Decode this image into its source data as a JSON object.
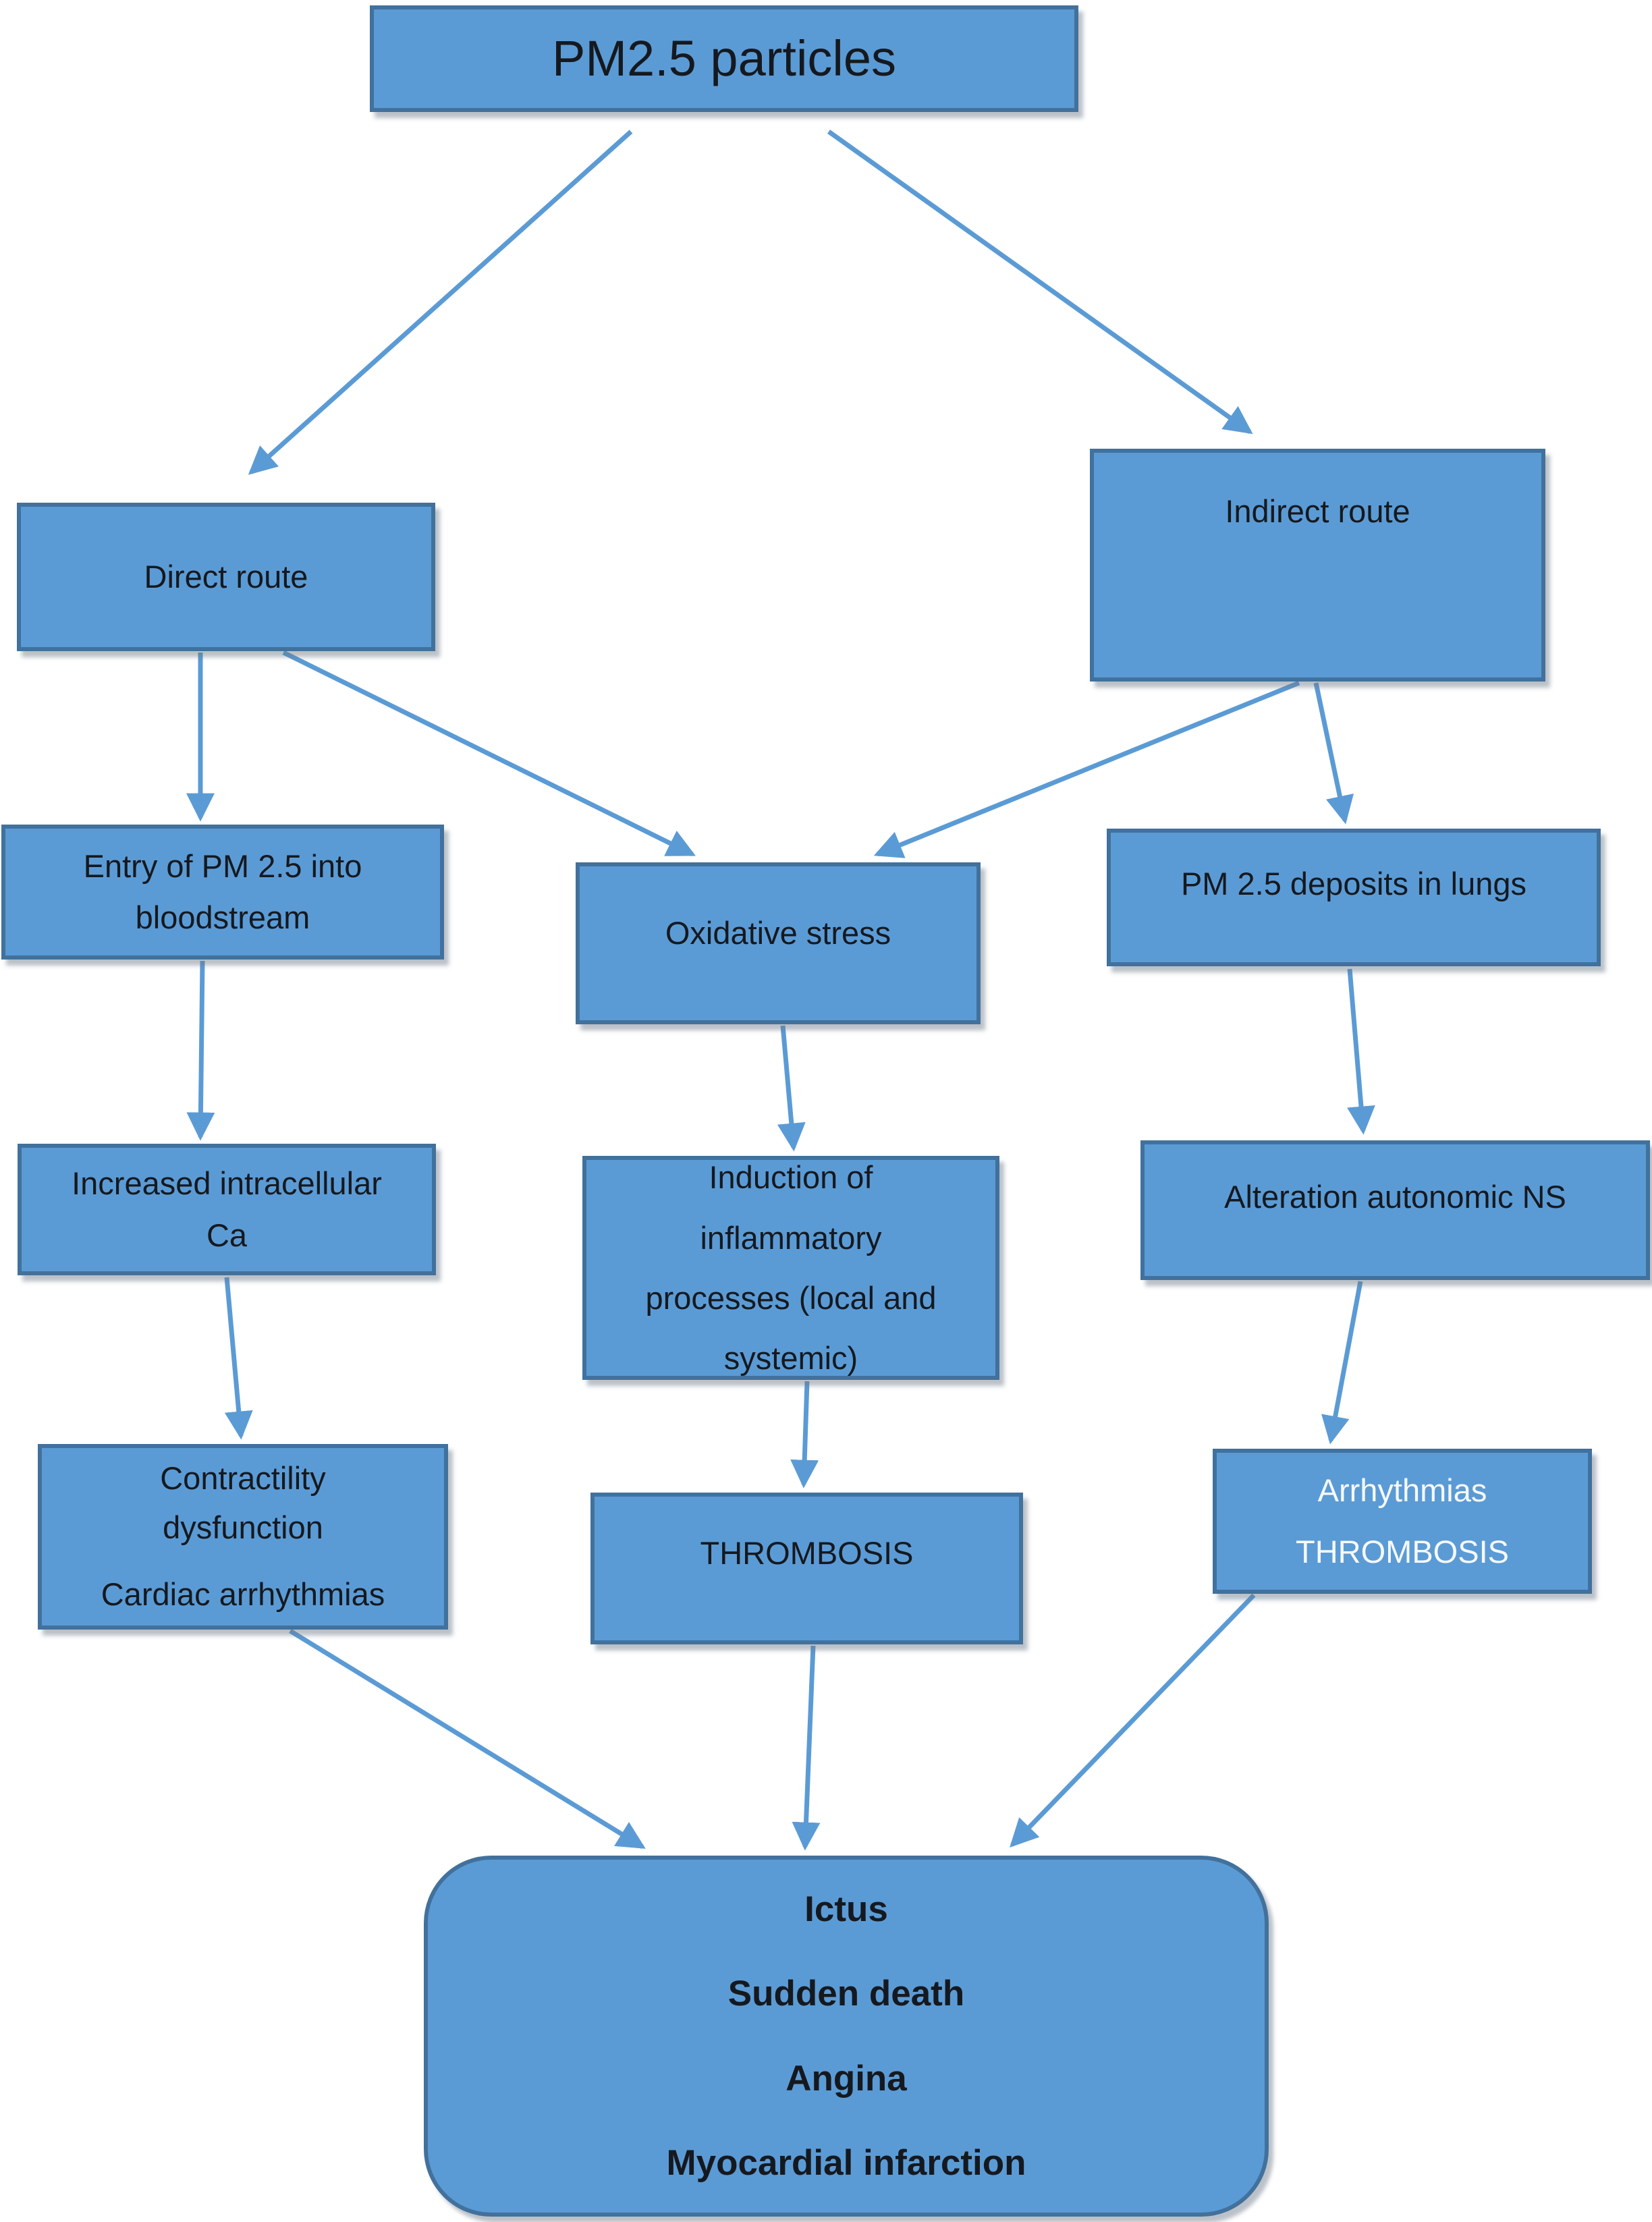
{
  "diagram_title": "PM2.5 particles",
  "colors": {
    "box_fill": "#5b9bd5",
    "box_border": "#41719c",
    "arrow": "#5b9bd5",
    "text_dark": "#15191f",
    "text_light": "#f6f9fc",
    "shadow": "rgba(104,118,134,0.45)"
  },
  "nodes": {
    "pm25": {
      "lines": [
        "PM2.5 particles"
      ]
    },
    "direct_route": {
      "lines": [
        "Direct route"
      ]
    },
    "indirect_route": {
      "lines": [
        "Indirect route"
      ]
    },
    "entry_bloodstream": {
      "lines": [
        "Entry of PM 2.5 into",
        "bloodstream"
      ]
    },
    "oxidative_stress": {
      "lines": [
        "Oxidative stress"
      ]
    },
    "lung_deposits": {
      "lines": [
        "PM 2.5 deposits in lungs"
      ]
    },
    "increased_ca": {
      "lines": [
        "Increased intracellular",
        "Ca"
      ]
    },
    "inflammation": {
      "lines": [
        "Induction of",
        "inflammatory",
        "processes (local and",
        "systemic)"
      ]
    },
    "autonomic_ns": {
      "lines": [
        "Alteration autonomic NS"
      ]
    },
    "contractility": {
      "lines": [
        "Contractility",
        "dysfunction",
        "",
        "Cardiac arrhythmias"
      ]
    },
    "thrombosis": {
      "lines": [
        "THROMBOSIS"
      ]
    },
    "arrhythmias_thrombosis": {
      "lines": [
        "Arrhythmias",
        "",
        "THROMBOSIS"
      ]
    },
    "outcomes": {
      "lines": [
        "Ictus",
        "Sudden death",
        "Angina",
        "Myocardial infarction"
      ]
    }
  },
  "edges": [
    {
      "from": "pm25",
      "to": "direct_route"
    },
    {
      "from": "pm25",
      "to": "indirect_route"
    },
    {
      "from": "direct_route",
      "to": "entry_bloodstream"
    },
    {
      "from": "direct_route",
      "to": "oxidative_stress"
    },
    {
      "from": "indirect_route",
      "to": "oxidative_stress"
    },
    {
      "from": "indirect_route",
      "to": "lung_deposits"
    },
    {
      "from": "entry_bloodstream",
      "to": "increased_ca"
    },
    {
      "from": "oxidative_stress",
      "to": "inflammation"
    },
    {
      "from": "lung_deposits",
      "to": "autonomic_ns"
    },
    {
      "from": "increased_ca",
      "to": "contractility"
    },
    {
      "from": "inflammation",
      "to": "thrombosis"
    },
    {
      "from": "autonomic_ns",
      "to": "arrhythmias_thrombosis"
    },
    {
      "from": "contractility",
      "to": "outcomes"
    },
    {
      "from": "thrombosis",
      "to": "outcomes"
    },
    {
      "from": "arrhythmias_thrombosis",
      "to": "outcomes"
    }
  ]
}
